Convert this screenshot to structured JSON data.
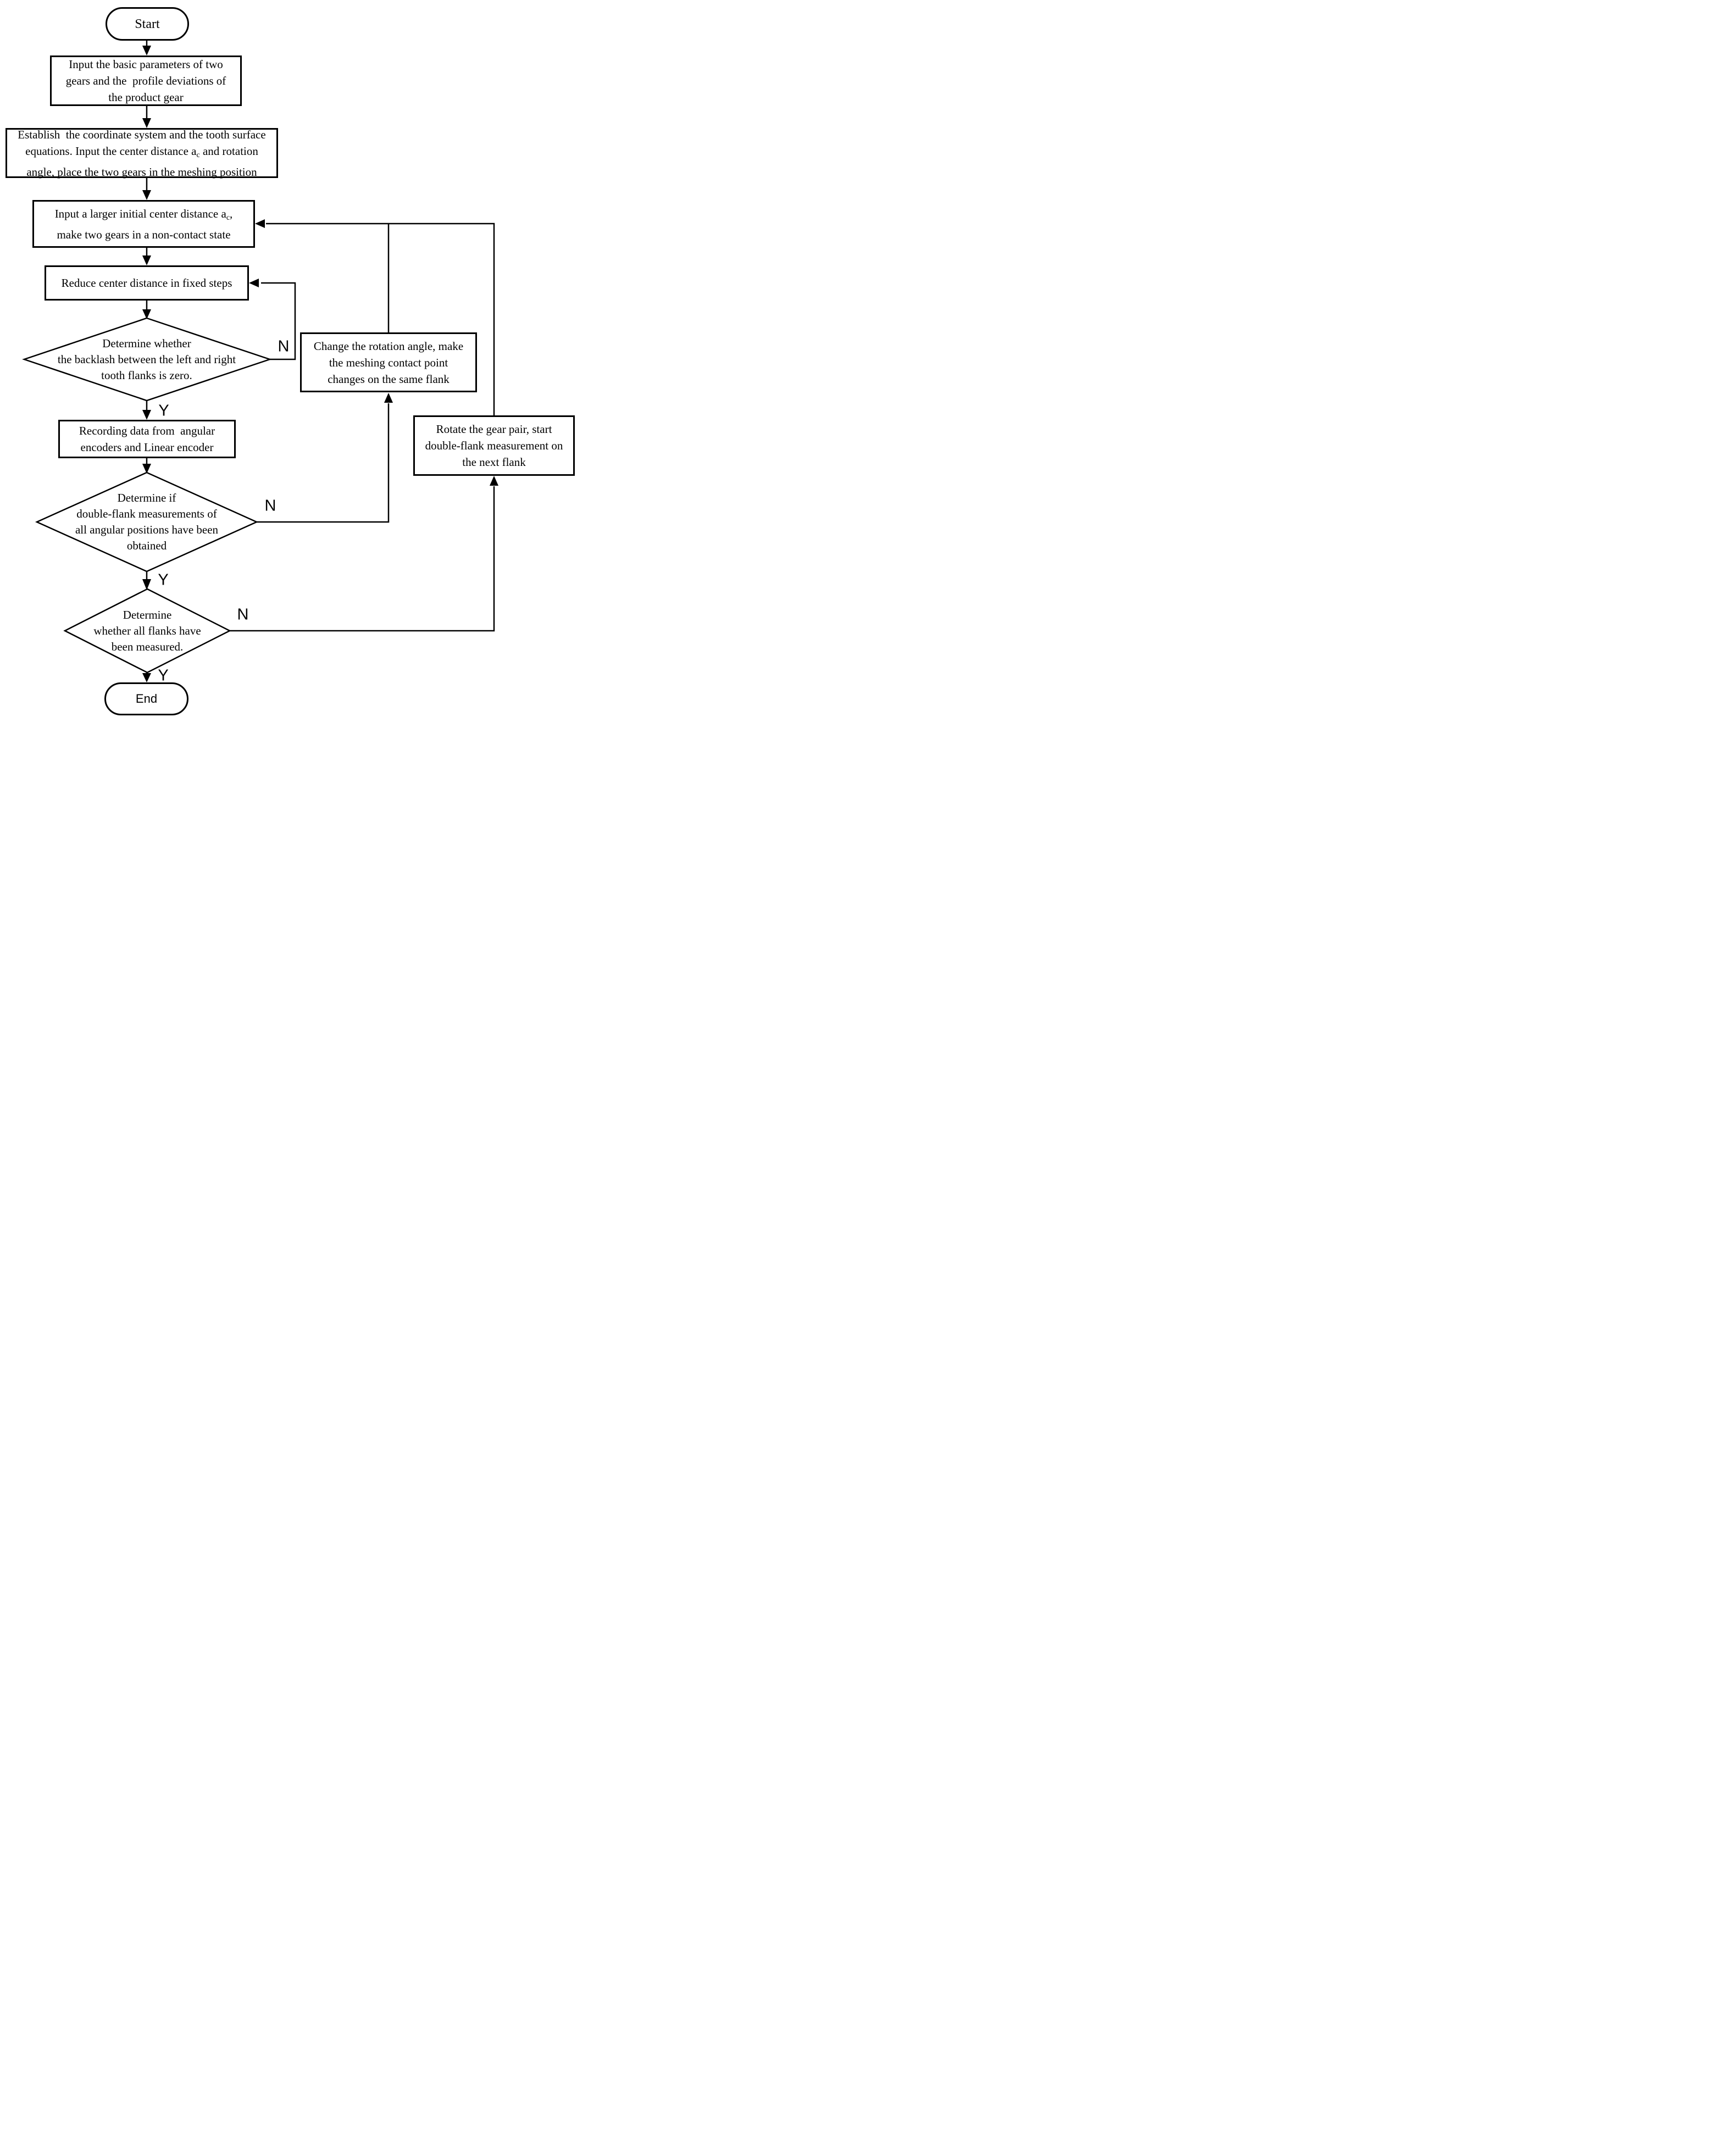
{
  "labels": {
    "yes": "Y",
    "no": "N"
  },
  "nodes": {
    "start": {
      "label": "Start"
    },
    "input_params": {
      "lines": [
        "Input the basic parameters of two",
        "gears and the  profile deviations of",
        "the product gear"
      ]
    },
    "establish": {
      "line1": "Establish  the coordinate system and the tooth surface",
      "line2_pre": "equations. Input the center distance a",
      "line2_sub": "c",
      "line2_post": " and rotation",
      "line3": "angle, place the two gears in the meshing position"
    },
    "initial_center": {
      "line1_pre": "Input a larger initial center distance a",
      "line1_sub": "c",
      "line1_post": ",",
      "line2": "make two gears in a non-contact state"
    },
    "reduce_center": {
      "label": "Reduce center distance in fixed steps"
    },
    "backlash_decision": {
      "lines": [
        "Determine whether",
        "the backlash between the left and right",
        "tooth flanks is zero."
      ]
    },
    "recording": {
      "lines": [
        "Recording data from  angular",
        "encoders and Linear encoder"
      ]
    },
    "positions_decision": {
      "lines": [
        "Determine if",
        "double-flank measurements of",
        "all angular positions have been",
        "obtained"
      ]
    },
    "change_rotation": {
      "lines": [
        "Change the rotation angle, make",
        "the meshing contact point",
        "changes on the same flank"
      ]
    },
    "rotate_pair": {
      "lines": [
        "Rotate the gear pair, start",
        "double-flank measurement on",
        "the next flank"
      ]
    },
    "flanks_decision": {
      "lines": [
        "Determine",
        "whether all flanks have",
        "been measured."
      ]
    },
    "end": {
      "label": "End"
    }
  }
}
